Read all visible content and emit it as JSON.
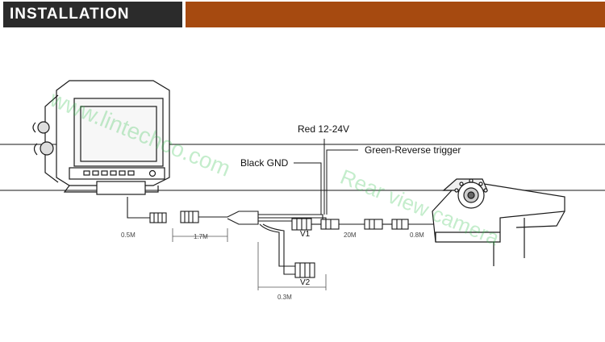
{
  "header": {
    "title": "INSTALLATION DIAGRAM",
    "accent_color": "#a64a10",
    "title_bg": "#2b2b2b"
  },
  "labels": {
    "red": "Red 12-24V",
    "green": "Green-Reverse trigger",
    "black": "Black GND",
    "v1": "V1",
    "v2": "V2"
  },
  "dimensions": {
    "d1": "0.5M",
    "d2": "1.7M",
    "d3": "20M",
    "d4": "0.8M",
    "d5": "0.3M"
  },
  "watermarks": {
    "site": "www.lintechco.com",
    "product": "Rear view camera"
  },
  "colors": {
    "line": "#1a1a1a",
    "watermark": "#2fbf4a"
  }
}
